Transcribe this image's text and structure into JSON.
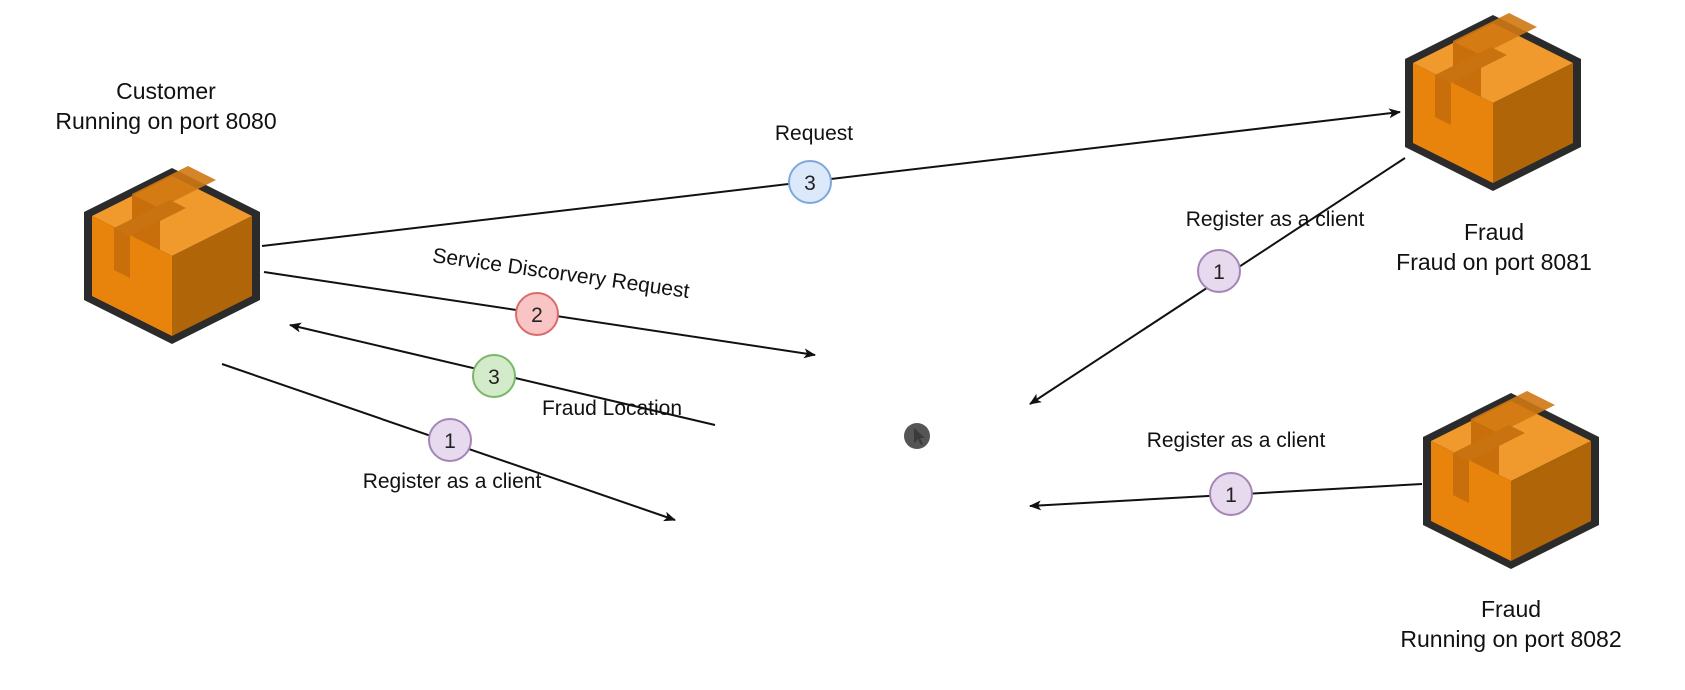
{
  "nodes": {
    "customer": {
      "title": "Customer",
      "subtitle": "Running on port 8080"
    },
    "fraud_top": {
      "title": "Fraud",
      "subtitle": "Fraud on port 8081"
    },
    "fraud_bottom": {
      "title": "Fraud",
      "subtitle": "Running on port 8082"
    }
  },
  "edges": {
    "request": {
      "label": "Request",
      "step": "3"
    },
    "service_discovery": {
      "label": "Service Discorvery Request",
      "step": "2"
    },
    "fraud_location": {
      "label": "Fraud Location",
      "step": "3"
    },
    "customer_register": {
      "label": "Register as a client",
      "step": "1"
    },
    "fraud_top_register": {
      "label": "Register as a client",
      "step": "1"
    },
    "fraud_bottom_register": {
      "label": "Register as a client",
      "step": "1"
    }
  },
  "colors": {
    "box_front": "#E8830C",
    "box_side": "#B06608",
    "box_top": "#F09A2E",
    "box_outline": "#2b2b2b",
    "badge_blue": "#DCE9FB",
    "badge_blue_border": "#7FA7D9",
    "badge_red": "#F8C4C4",
    "badge_red_border": "#D96B6B",
    "badge_green": "#D3EBCB",
    "badge_green_border": "#78B868",
    "badge_purple": "#E7D9EE",
    "badge_purple_border": "#A585B8"
  },
  "icons": {
    "box": "package-box-icon",
    "cursor": "mouse-cursor-icon"
  }
}
